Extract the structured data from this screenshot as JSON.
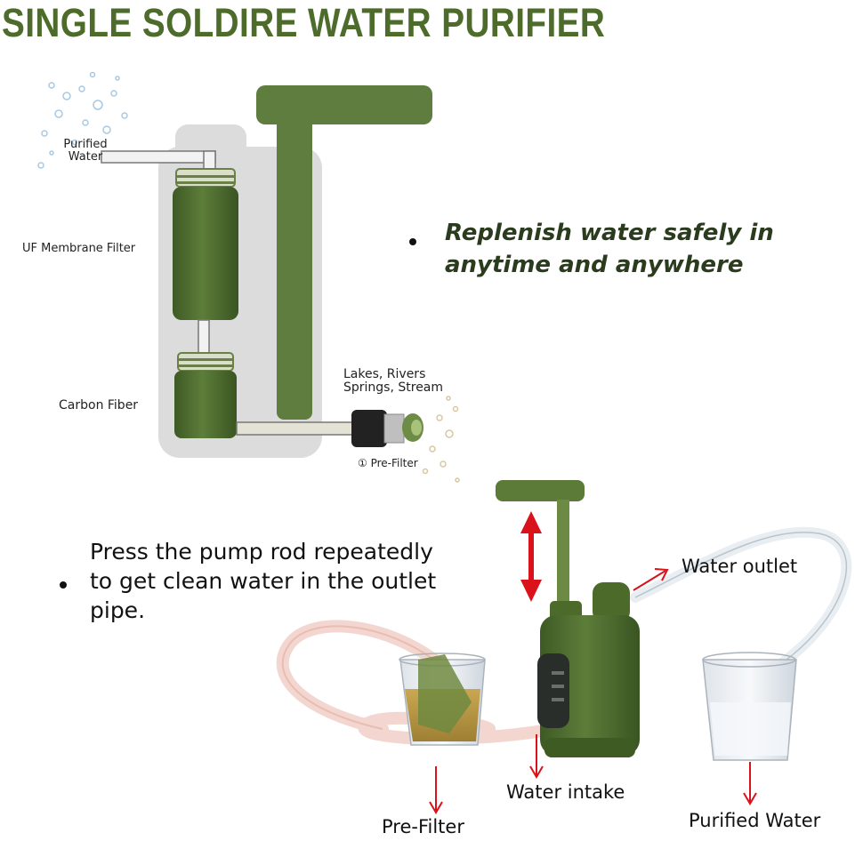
{
  "title": "SINGLE SOLDIRE WATER PURIFIER",
  "diagram": {
    "purified_water_line1": "Purified",
    "purified_water_line2": "Water",
    "uf_membrane": "UF Membrane Filter",
    "carbon_fiber": "Carbon Fiber",
    "source_line1": "Lakes, Rivers",
    "source_line2": "Springs, Stream",
    "prefilter_small": "① Pre-Filter"
  },
  "tagline": {
    "line1": "Replenish water safely in",
    "line2": "anytime and anywhere"
  },
  "instructions": {
    "line1": "Press the pump rod repeatedly",
    "line2": "to get clean water in the outlet",
    "line3": "pipe."
  },
  "callouts": {
    "water_outlet": "Water outlet",
    "water_intake": "Water intake",
    "pre_filter": "Pre-Filter",
    "purified_water": "Purified Water"
  },
  "colors": {
    "title_green": "#4d6b2a",
    "body_green": "#4a6a2e",
    "arrow_red": "#d9121b"
  }
}
